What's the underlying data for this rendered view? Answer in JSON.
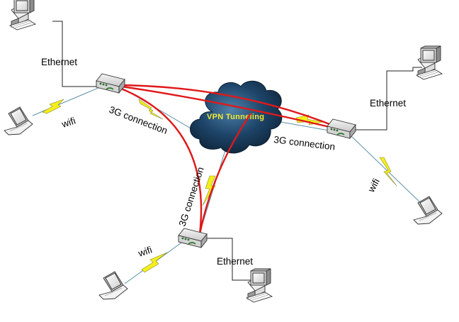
{
  "diagram": {
    "cloud_label": "VPN Tunneling",
    "labels": {
      "ethernet": "Ethernet",
      "wifi": "wifi",
      "connection_3g": "3G connection"
    },
    "icons": {
      "computer": "desktop-computer-icon",
      "laptop": "laptop-icon",
      "router": "router-icon",
      "cloud": "internet-cloud-icon",
      "wireless_link": "lightning-bolt-icon"
    },
    "colors": {
      "tunnel": "#e01818",
      "link": "#5b8fa8",
      "bolt": "#f4ef1a",
      "cloud": "#1d4468",
      "cloud_label": "#f2e934"
    }
  }
}
